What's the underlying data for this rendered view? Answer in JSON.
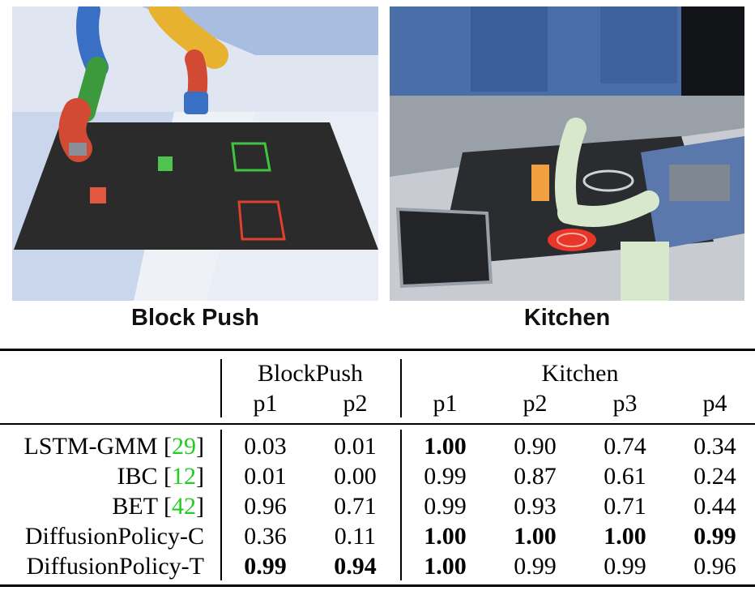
{
  "figure": {
    "left_caption": "Block Push",
    "right_caption": "Kitchen"
  },
  "table": {
    "groups": [
      "BlockPush",
      "Kitchen"
    ],
    "columns": [
      "p1",
      "p2",
      "p1",
      "p2",
      "p3",
      "p4"
    ],
    "rows": [
      {
        "method": "LSTM-GMM",
        "cite": "29",
        "values": [
          "0.03",
          "0.01",
          "1.00",
          "0.90",
          "0.74",
          "0.34"
        ],
        "bold": [
          false,
          false,
          true,
          false,
          false,
          false
        ]
      },
      {
        "method": "IBC",
        "cite": "12",
        "values": [
          "0.01",
          "0.00",
          "0.99",
          "0.87",
          "0.61",
          "0.24"
        ],
        "bold": [
          false,
          false,
          false,
          false,
          false,
          false
        ]
      },
      {
        "method": "BET",
        "cite": "42",
        "values": [
          "0.96",
          "0.71",
          "0.99",
          "0.93",
          "0.71",
          "0.44"
        ],
        "bold": [
          false,
          false,
          false,
          false,
          false,
          false
        ]
      },
      {
        "method": "DiffusionPolicy-C",
        "cite": "",
        "values": [
          "0.36",
          "0.11",
          "1.00",
          "1.00",
          "1.00",
          "0.99"
        ],
        "bold": [
          false,
          false,
          true,
          true,
          true,
          true
        ]
      },
      {
        "method": "DiffusionPolicy-T",
        "cite": "",
        "values": [
          "0.99",
          "0.94",
          "1.00",
          "0.99",
          "0.99",
          "0.96"
        ],
        "bold": [
          true,
          true,
          true,
          false,
          false,
          false
        ]
      }
    ]
  },
  "colors": {
    "citation": "#22cc22",
    "target_green": "#3ec43e",
    "target_red": "#e0402c",
    "cabinet_blue": "#4a6ea8"
  }
}
